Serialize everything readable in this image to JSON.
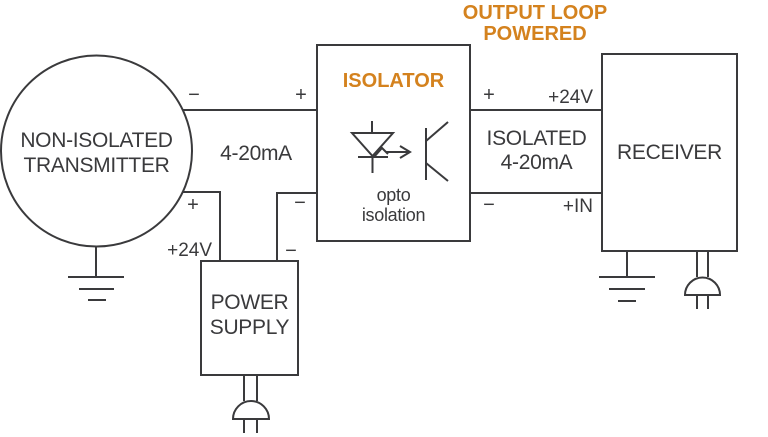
{
  "title": {
    "line1": "OUTPUT LOOP",
    "line2": "POWERED"
  },
  "colors": {
    "accent_orange": "#d4821e",
    "line_gray": "#3a3a3c",
    "text_gray": "#3a3a3c",
    "background": "#ffffff"
  },
  "components": {
    "transmitter": {
      "shape": "circle",
      "name_line1": "NON-ISOLATED",
      "name_line2": "TRANSMITTER"
    },
    "isolator": {
      "shape": "box",
      "name": "ISOLATOR",
      "caption_line1": "opto",
      "caption_line2": "isolation"
    },
    "power_supply": {
      "shape": "box",
      "name_line1": "POWER",
      "name_line2": "SUPPLY"
    },
    "receiver": {
      "shape": "box",
      "name": "RECEIVER"
    }
  },
  "wire_labels": {
    "input_loop": "4-20mA",
    "output_loop_line1": "ISOLATED",
    "output_loop_line2": "4-20mA"
  },
  "terminals": {
    "transmitter_minus": "−",
    "transmitter_plus": "+",
    "isolator_in_plus": "+",
    "isolator_in_minus": "−",
    "isolator_out_plus": "+",
    "isolator_out_minus": "−",
    "supply_plus_24v": "+24V",
    "supply_minus": "−",
    "receiver_24v": "+24V",
    "receiver_in": "+IN"
  },
  "icons": {
    "ground": "earth-ground-symbol",
    "plug": "ac-mains-plug-symbol",
    "opto": "led-to-phototransistor-optocoupler-symbol"
  }
}
